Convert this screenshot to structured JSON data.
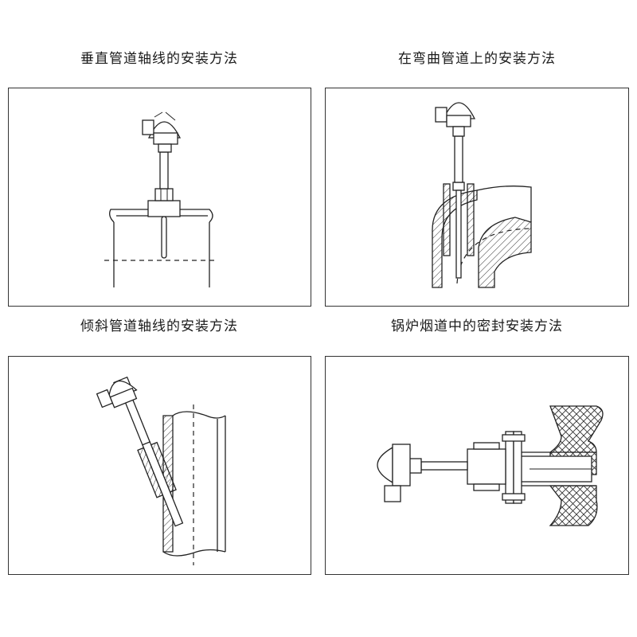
{
  "panels": [
    {
      "title": "垂直管道轴线的安装方法"
    },
    {
      "title": "在弯曲管道上的安装方法"
    },
    {
      "title": "倾斜管道轴线的安装方法"
    },
    {
      "title": "锅炉烟道中的密封安装方法"
    }
  ]
}
